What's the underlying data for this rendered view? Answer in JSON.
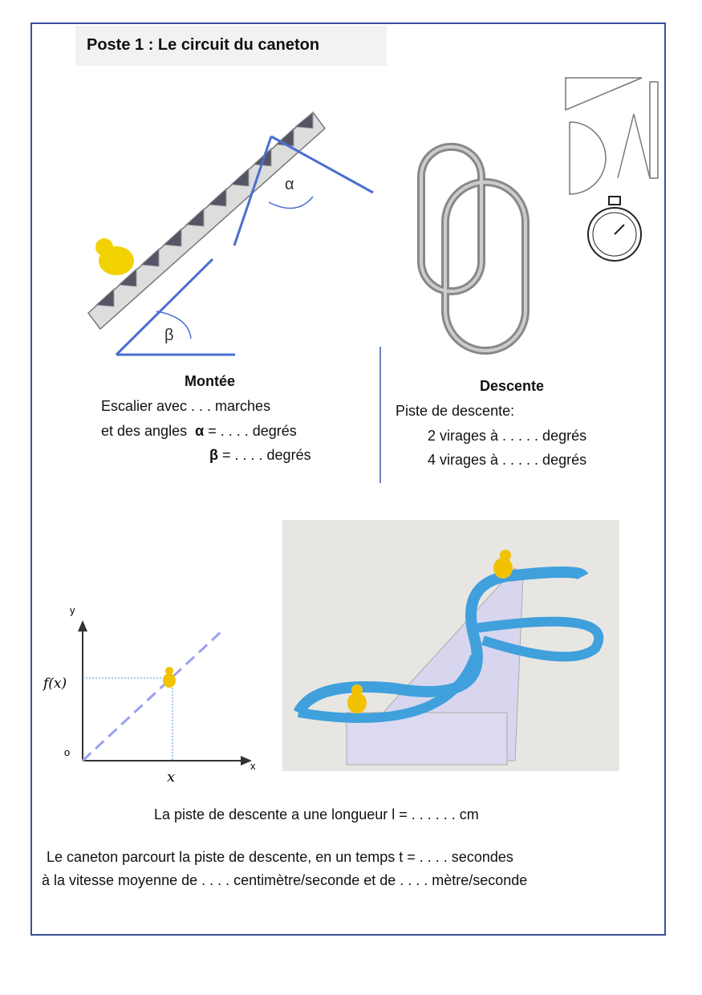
{
  "title": "Poste 1 : Le circuit du caneton",
  "montee": {
    "heading": "Montée",
    "line1": "Escalier avec . . . marches",
    "line2_prefix": "et des angles",
    "alpha_symbol": "α",
    "alpha_value": "=  . . . . degrés",
    "beta_symbol": "β",
    "beta_value": "=  . . . . degrés",
    "alpha_label": "α",
    "beta_label": "β"
  },
  "descente": {
    "heading": "Descente",
    "line1": "Piste de descente:",
    "line2": "2 virages à . . . . . degrés",
    "line3": "4 virages à . . . . . degrés"
  },
  "graph": {
    "y_label": "y",
    "x_label": "x",
    "origin_label": "o",
    "fx_label": "f(x)",
    "x_value_label": "x"
  },
  "longueur": "La  piste de descente a une longueur  l = . . . . . . cm",
  "temps": "Le caneton parcourt la piste de descente,  en un temps  t = . . . .  secondes",
  "vitesse": "à la vitesse moyenne de . . . .  centimètre/seconde et de . . . .  mètre/seconde",
  "colors": {
    "frame": "#3b4f9a",
    "angle_lines": "#4a6fd0",
    "track": "#3fa0dc",
    "duck": "#f2d200"
  }
}
